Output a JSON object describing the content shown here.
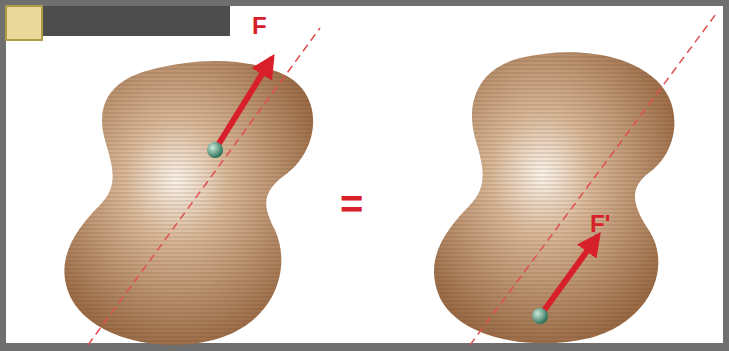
{
  "diagram": {
    "labels": [
      "F",
      "=",
      "F'"
    ]
  }
}
